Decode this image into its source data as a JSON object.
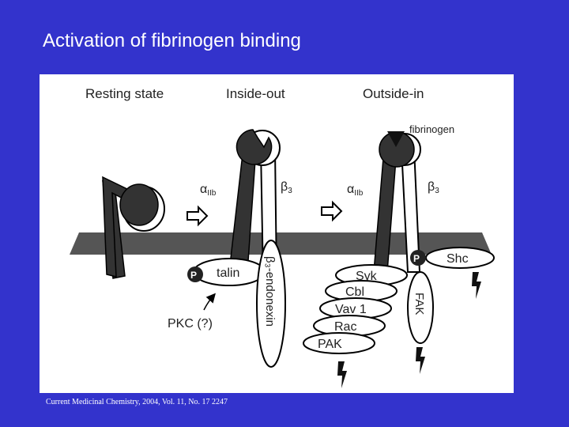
{
  "slide": {
    "title": "Activation of fibrinogen binding",
    "citation": "Current Medicinal Chemistry, 2004, Vol. 11, No. 17 2247"
  },
  "diagram": {
    "headers": {
      "resting": "Resting state",
      "inside_out": "Inside-out",
      "outside_in": "Outside-in"
    },
    "labels": {
      "alpha_main": "α",
      "alpha_sub": "IIb",
      "beta_main": "β",
      "beta_sub": "3",
      "fibrinogen": "fibrinogen",
      "talin": "talin",
      "phospho": "P",
      "pkc": "PKC (?)",
      "endonexin": "β₃-endonexin",
      "shc": "Shc",
      "fak": "FAK"
    },
    "signaling_stack": [
      "Syk",
      "Cbl",
      "Vav 1",
      "Rac",
      "PAK"
    ],
    "colors": {
      "background": "#3333cc",
      "figure_bg": "#ffffff",
      "membrane": "#555555",
      "subunit_dark": "#333333",
      "outline": "#000000"
    }
  }
}
